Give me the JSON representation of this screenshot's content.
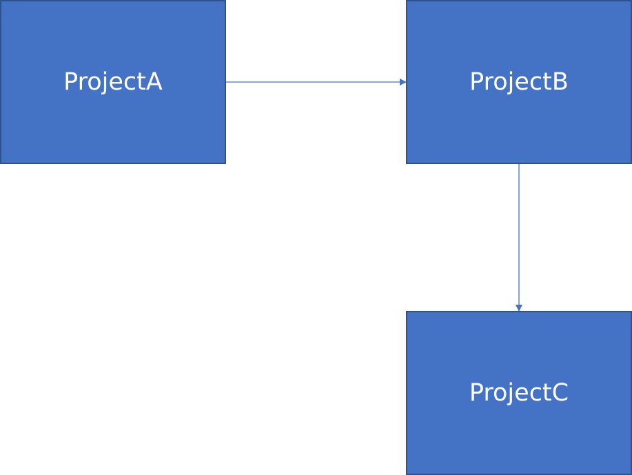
{
  "diagram": {
    "nodes": [
      {
        "id": "a",
        "label": "ProjectA"
      },
      {
        "id": "b",
        "label": "ProjectB"
      },
      {
        "id": "c",
        "label": "ProjectC"
      }
    ],
    "edges": [
      {
        "from": "ProjectA",
        "to": "ProjectB"
      },
      {
        "from": "ProjectB",
        "to": "ProjectC"
      }
    ],
    "colors": {
      "node_fill": "#4472c4",
      "node_border": "#2f528f",
      "node_text": "#ffffff",
      "arrow": "#4472c4",
      "background": "#ffffff"
    }
  }
}
